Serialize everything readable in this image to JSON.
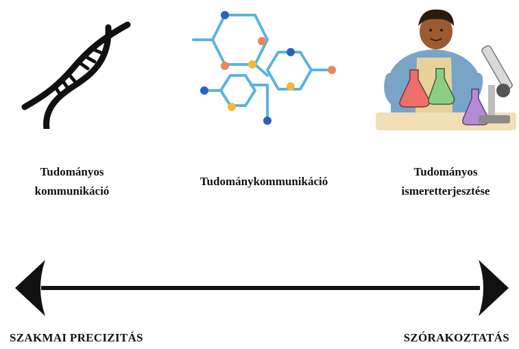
{
  "columns": [
    {
      "icon": "dna-helix-icon",
      "label_line1": "Tudományos",
      "label_line2": "kommunikáció"
    },
    {
      "icon": "molecule-structure-icon",
      "label_line1": "Tudománykommunikáció",
      "label_line2": ""
    },
    {
      "icon": "child-scientist-illustration",
      "label_line1": "Tudományos",
      "label_line2": "ismeretterjesztése"
    }
  ],
  "axis": {
    "left_label": "SZAKMAI PRECIZITÁS",
    "right_label": "SZÓRAKOZTATÁS"
  },
  "colors": {
    "molecule_line": "#5ab4dd",
    "node_blue": "#2a5fc4",
    "node_orange": "#ee8458",
    "node_yellow": "#f2b83a"
  }
}
